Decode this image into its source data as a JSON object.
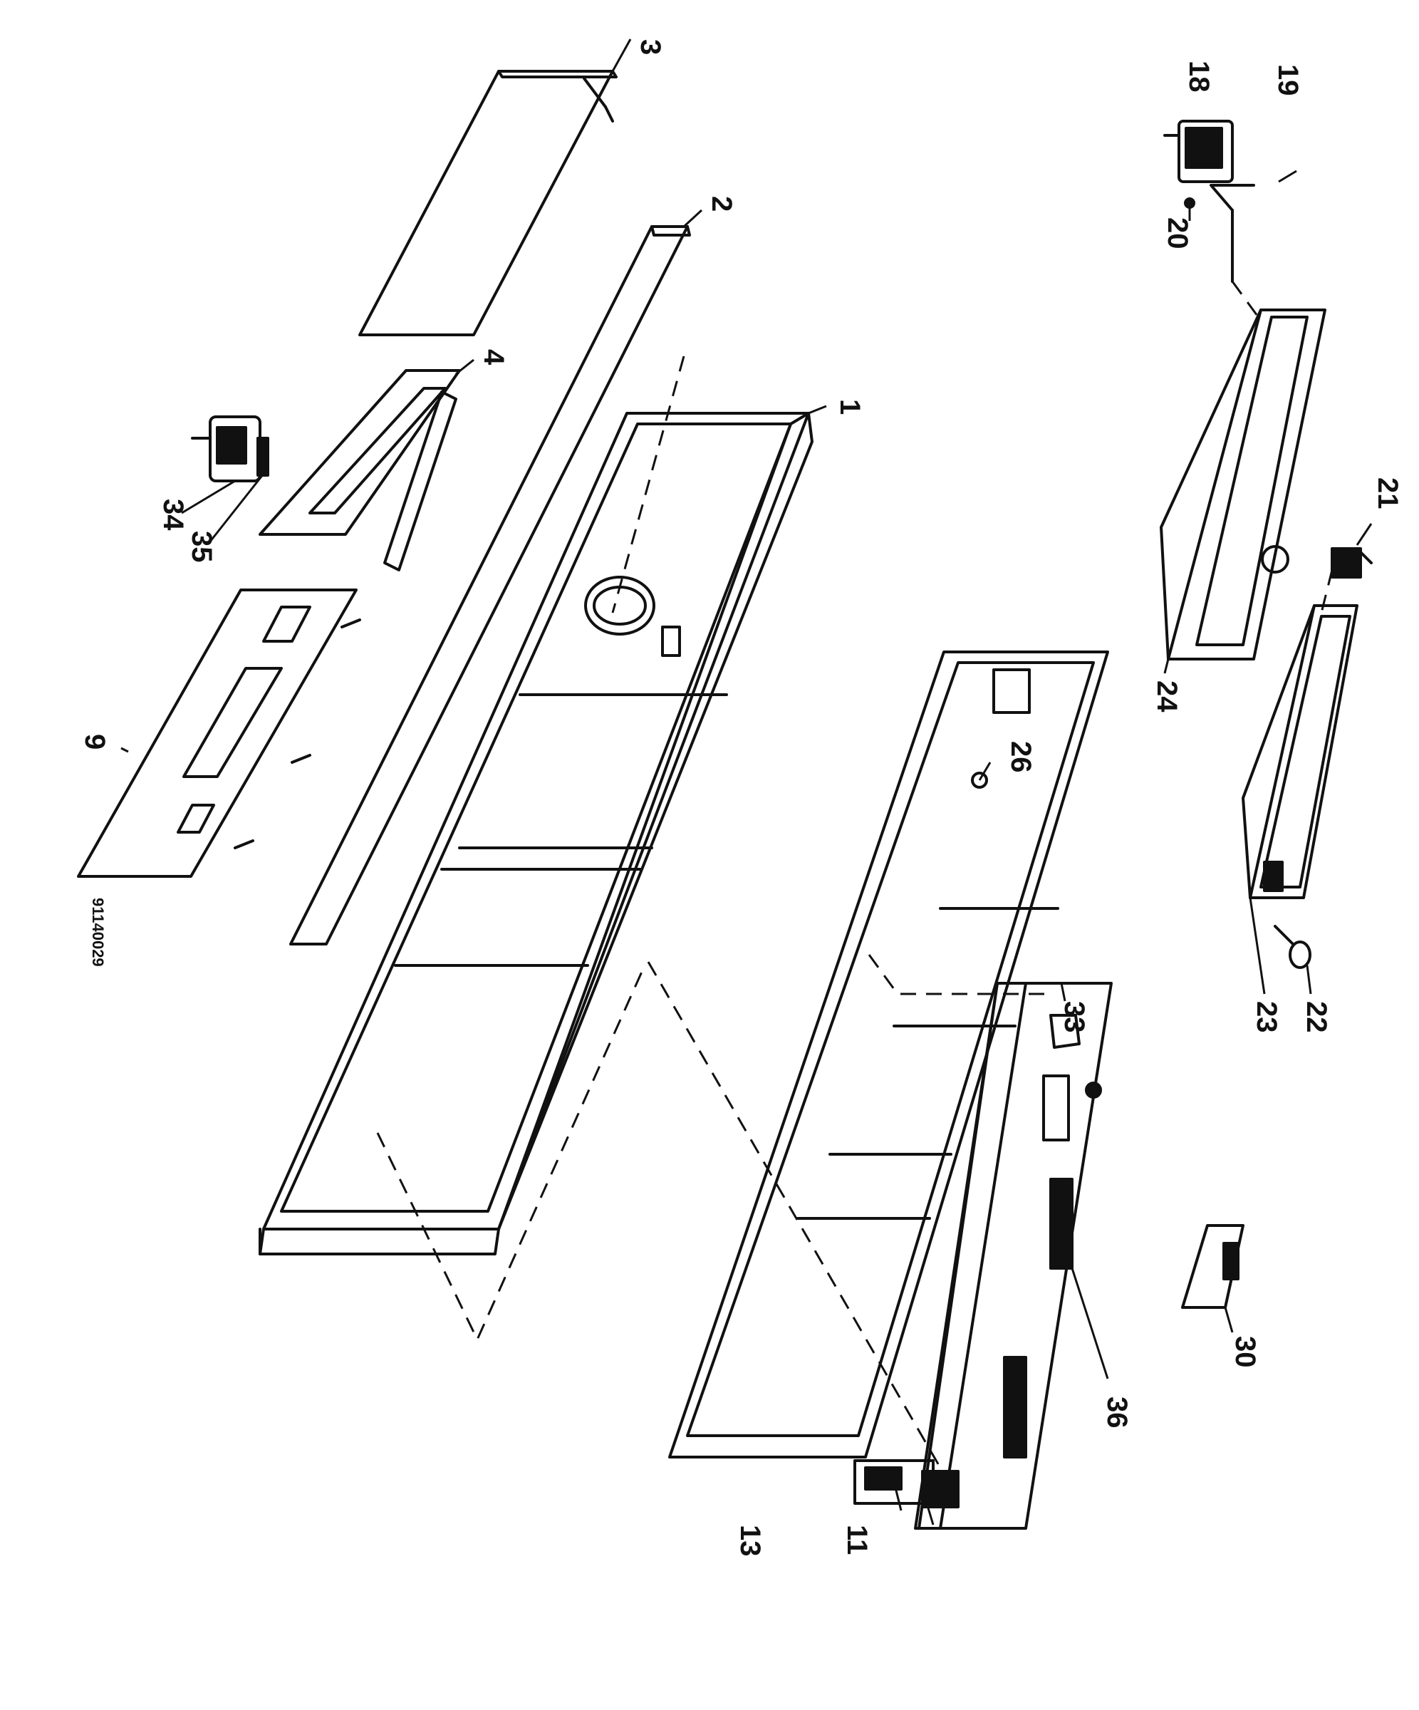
{
  "drawing_number": "91140029",
  "callouts": {
    "c1": "1",
    "c2": "2",
    "c3": "3",
    "c4": "4",
    "c9": "9",
    "c11": "11",
    "c13": "13",
    "c18": "18",
    "c19": "19",
    "c20": "20",
    "c21": "21",
    "c22": "22",
    "c23": "23",
    "c24": "24",
    "c26": "26",
    "c30": "30",
    "c33": "33",
    "c34": "34",
    "c35": "35",
    "c36": "36"
  }
}
